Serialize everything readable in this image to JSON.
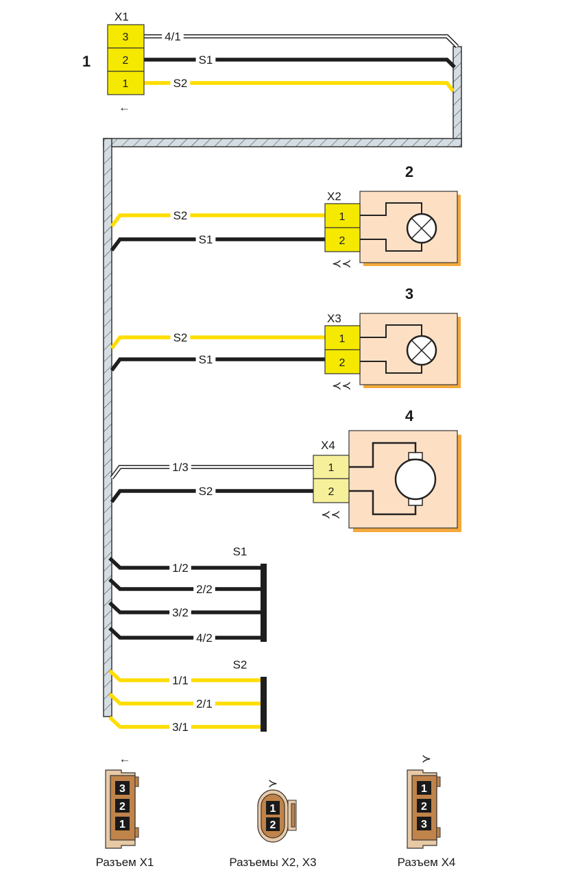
{
  "colors": {
    "yellow_wire": "#ffdd00",
    "black_wire": "#1e1e1e",
    "connector_yellow": "#f5e900",
    "connector_pale": "#f7f09a",
    "device_fill": "#fde0c4",
    "device_shadow": "#f4a93c",
    "harness_fill": "#d3dde2",
    "plug_brown": "#c0834a",
    "plug_beige": "#e8c9a6"
  },
  "components": [
    {
      "id": "1",
      "connector": "X1",
      "pins": [
        "3",
        "2",
        "1"
      ],
      "direction_symbol": "←"
    },
    {
      "id": "2",
      "connector": "X2",
      "pins": [
        "1",
        "2"
      ],
      "device": "lamp",
      "direction_symbol": "≺≺"
    },
    {
      "id": "3",
      "connector": "X3",
      "pins": [
        "1",
        "2"
      ],
      "device": "lamp",
      "direction_symbol": "≺≺"
    },
    {
      "id": "4",
      "connector": "X4",
      "pins": [
        "1",
        "2"
      ],
      "device": "motor",
      "direction_symbol": "≺≺"
    }
  ],
  "wires": {
    "x1": [
      {
        "pin": "3",
        "label": "4/1",
        "type": "white"
      },
      {
        "pin": "2",
        "label": "S1",
        "type": "black"
      },
      {
        "pin": "1",
        "label": "S2",
        "type": "yellow"
      }
    ],
    "x2": [
      {
        "pin": "1",
        "label": "S2",
        "type": "yellow"
      },
      {
        "pin": "2",
        "label": "S1",
        "type": "black"
      }
    ],
    "x3": [
      {
        "pin": "1",
        "label": "S2",
        "type": "yellow"
      },
      {
        "pin": "2",
        "label": "S1",
        "type": "black"
      }
    ],
    "x4": [
      {
        "pin": "1",
        "label": "1/3",
        "type": "white"
      },
      {
        "pin": "2",
        "label": "S2",
        "type": "black"
      }
    ]
  },
  "splices": [
    {
      "name": "S1",
      "type": "black",
      "branches": [
        "1/2",
        "2/2",
        "3/2",
        "4/2"
      ]
    },
    {
      "name": "S2",
      "type": "yellow",
      "branches": [
        "1/1",
        "2/1",
        "3/1"
      ]
    }
  ],
  "legend": [
    {
      "caption": "Разъем X1",
      "pins": [
        "3",
        "2",
        "1"
      ],
      "shape": "rect",
      "symbol": "←"
    },
    {
      "caption": "Разъемы X2, X3",
      "pins": [
        "1",
        "2"
      ],
      "shape": "oval",
      "symbol": "≻"
    },
    {
      "caption": "Разъем X4",
      "pins": [
        "1",
        "2",
        "3"
      ],
      "shape": "rect",
      "symbol": "≻"
    }
  ]
}
